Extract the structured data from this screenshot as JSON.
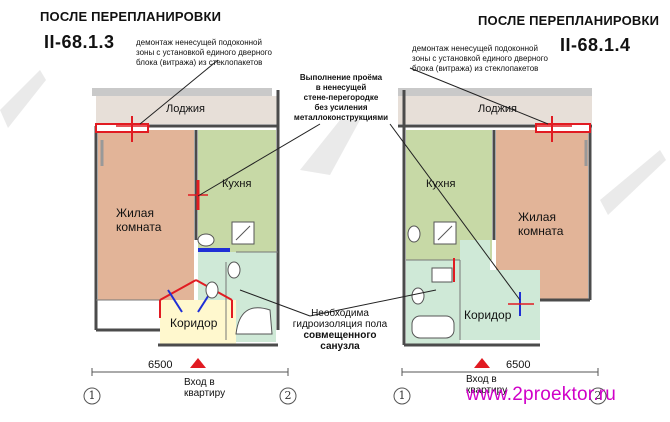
{
  "left": {
    "header": "ПОСЛЕ ПЕРЕПЛАНИРОВКИ",
    "series": "II-68.1.3",
    "note": [
      "демонтаж ненесущей подоконной",
      "зоны с установкой единого дверного",
      "блока (витража) из стеклопакетов"
    ],
    "rooms": {
      "loggia": "Лоджия",
      "kitchen": "Кухня",
      "living": [
        "Жилая",
        "комната"
      ],
      "corridor": "Коридор"
    },
    "dimension": "6500",
    "entry": [
      "Вход в",
      "квартиру"
    ],
    "axes": [
      "1",
      "2"
    ]
  },
  "right": {
    "header": "ПОСЛЕ ПЕРЕПЛАНИРОВКИ",
    "series": "II-68.1.4",
    "note": [
      "демонтаж ненесущей подоконной",
      "зоны с установкой единого дверного",
      "блока (витража) из стеклопакетов"
    ],
    "rooms": {
      "loggia": "Лоджия",
      "kitchen": "Кухня",
      "living": [
        "Жилая",
        "комната"
      ],
      "corridor": "Коридор"
    },
    "dimension": "6500",
    "entry": [
      "Вход в",
      "квартиру"
    ],
    "axes": [
      "1",
      "2"
    ]
  },
  "center": {
    "opening_note": [
      "Выполнение проёма",
      "в ненесущей",
      "стене-перегородке",
      "без усиления",
      "металлоконструкциями"
    ],
    "waterproof_note": [
      "Необходима",
      "гидроизоляция пола"
    ],
    "waterproof_bold": [
      "совмещенного",
      "санузла"
    ]
  },
  "site": "www.2proektor.ru",
  "colors": {
    "loggia": "#e7dfd8",
    "living": "#e2b498",
    "kitchen": "#c7d9a6",
    "bath": "#cfe9d7",
    "corridor": "#fff8ce",
    "wall": "#4b4b4b",
    "red": "#e11b22",
    "blue": "#1f2fd6",
    "site": "#d000c8"
  }
}
